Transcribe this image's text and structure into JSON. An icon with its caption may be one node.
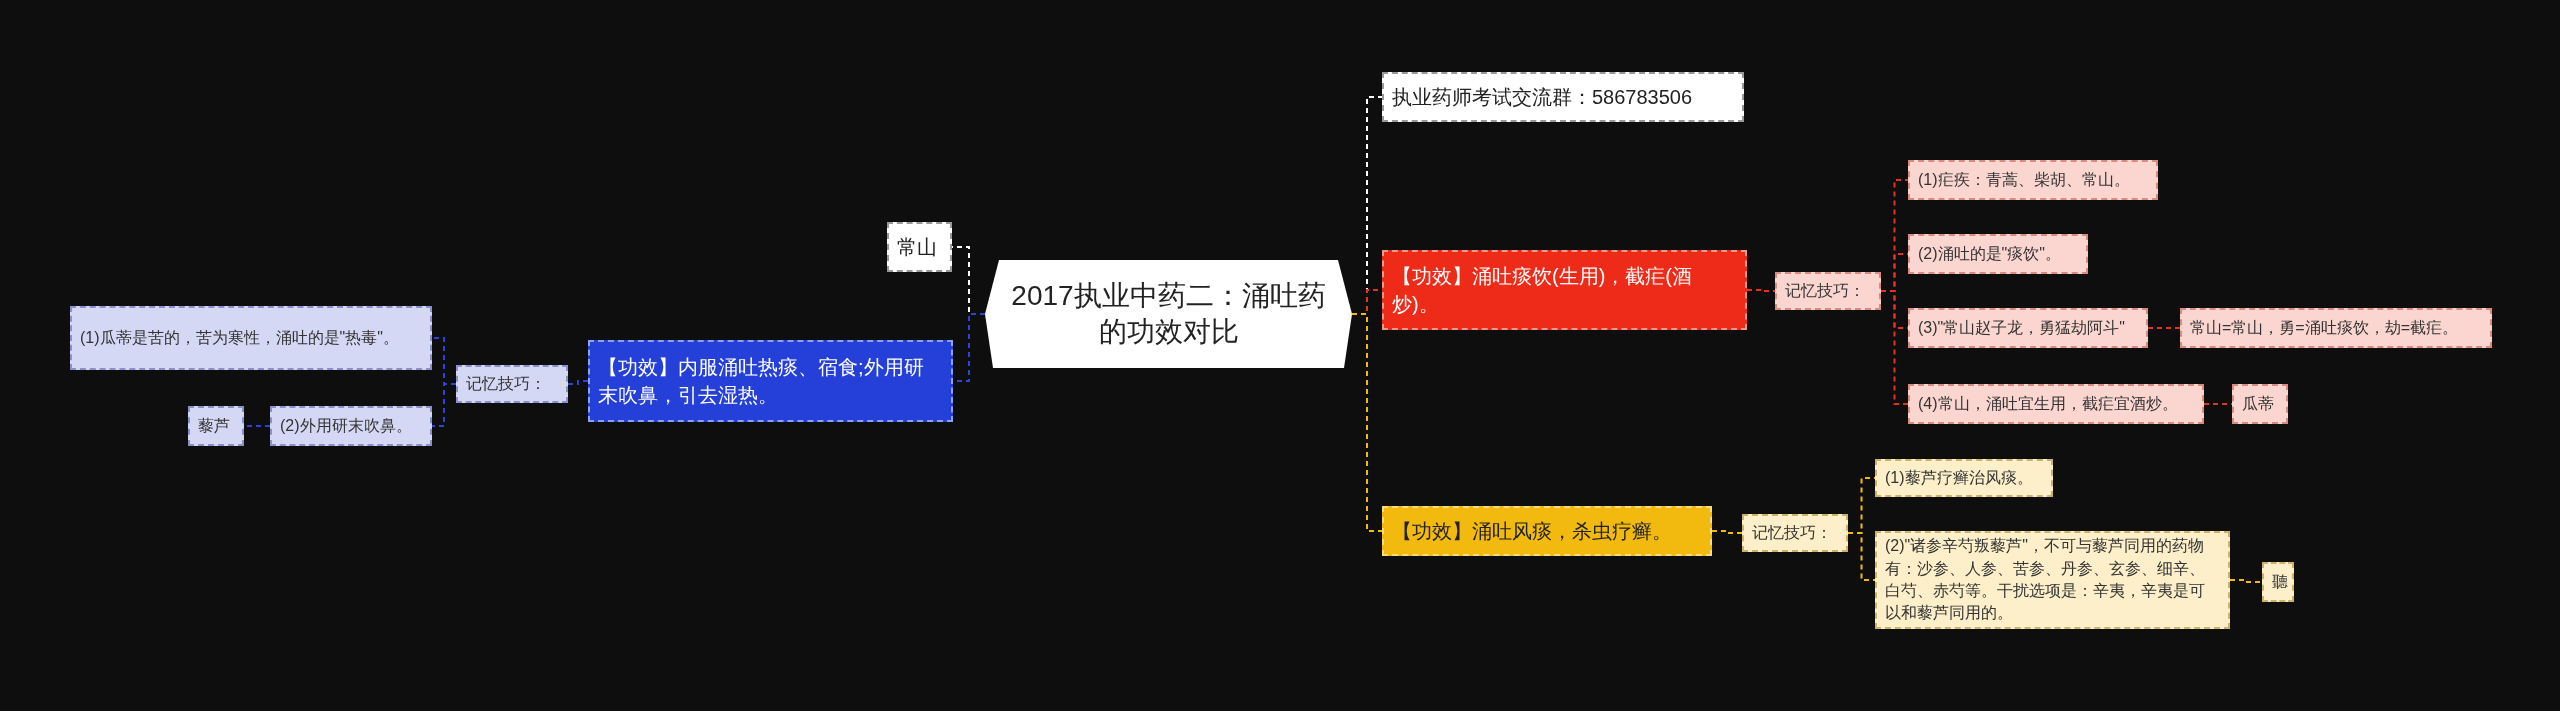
{
  "diagram": {
    "nodes": [
      {
        "text": [
          "2017执业中药二：涌吐药的功效对比"
        ]
      },
      {
        "text": [
          "常山"
        ]
      },
      {
        "text": [
          "【功效】内服涌吐热痰、宿食;外用研末吹鼻，引去湿热。"
        ]
      },
      {
        "text": [
          "记忆技巧："
        ]
      },
      {
        "text": [
          "(1)瓜蒂是苦的，苦为寒性，涌吐的是\"热毒\"。"
        ]
      },
      {
        "text": [
          "(2)外用研末吹鼻。"
        ]
      },
      {
        "text": [
          "藜芦"
        ]
      },
      {
        "text": [
          "执业药师考试交流群：586783506"
        ]
      },
      {
        "text": [
          "【功效】涌吐痰饮(生用)，截疟(酒炒)。"
        ]
      },
      {
        "text": [
          "记忆技巧："
        ]
      },
      {
        "text": [
          "(1)疟疾：青蒿、柴胡、常山。"
        ]
      },
      {
        "text": [
          "(2)涌吐的是\"痰饮\"。"
        ]
      },
      {
        "text": [
          "(3)\"常山赵子龙，勇猛劫阿斗\""
        ]
      },
      {
        "text": [
          "常山=常山，勇=涌吐痰饮，劫=截疟。"
        ]
      },
      {
        "text": [
          "(4)常山，涌吐宜生用，截疟宜酒炒。"
        ]
      },
      {
        "text": [
          "瓜蒂"
        ]
      },
      {
        "text": [
          "【功效】涌吐风痰，杀虫疗癣。"
        ]
      },
      {
        "text": [
          "记忆技巧："
        ]
      },
      {
        "text": [
          "(1)藜芦疗癣治风痰。"
        ]
      },
      {
        "text": [
          "(2)\"诸参辛芍叛藜芦\"，不可与藜芦同用的药物有：沙参、人参、苦参、丹参、玄参、细辛、白芍、赤芍等。干扰选项是：辛夷，辛夷是可以和藜芦同用的。"
        ]
      },
      {
        "text": [
          "聽"
        ]
      }
    ],
    "edges": [
      {
        "from": 0,
        "to": 1,
        "arrow": "none",
        "style": "dashed",
        "color": "#ffffff"
      },
      {
        "from": 0,
        "to": 2,
        "arrow": "none",
        "style": "dashed",
        "color": "#2b45d6"
      },
      {
        "from": 2,
        "to": 3,
        "arrow": "none",
        "style": "dashed",
        "color": "#2b45d6"
      },
      {
        "from": 3,
        "to": 4,
        "arrow": "none",
        "style": "dashed",
        "color": "#2b45d6"
      },
      {
        "from": 3,
        "to": 5,
        "arrow": "none",
        "style": "dashed",
        "color": "#2b45d6"
      },
      {
        "from": 5,
        "to": 6,
        "arrow": "none",
        "style": "dashed",
        "color": "#2b45d6"
      },
      {
        "from": 0,
        "to": 7,
        "arrow": "none",
        "style": "dashed",
        "color": "#ffffff"
      },
      {
        "from": 0,
        "to": 8,
        "arrow": "none",
        "style": "dashed",
        "color": "#e8321e"
      },
      {
        "from": 0,
        "to": 16,
        "arrow": "none",
        "style": "dashed",
        "color": "#f2b90f"
      },
      {
        "from": 8,
        "to": 9,
        "arrow": "none",
        "style": "dashed",
        "color": "#e8321e"
      },
      {
        "from": 9,
        "to": 10,
        "arrow": "none",
        "style": "dashed",
        "color": "#e8321e"
      },
      {
        "from": 9,
        "to": 11,
        "arrow": "none",
        "style": "dashed",
        "color": "#e8321e"
      },
      {
        "from": 9,
        "to": 12,
        "arrow": "none",
        "style": "dashed",
        "color": "#e8321e"
      },
      {
        "from": 9,
        "to": 14,
        "arrow": "none",
        "style": "dashed",
        "color": "#e8321e"
      },
      {
        "from": 12,
        "to": 13,
        "arrow": "none",
        "style": "dashed",
        "color": "#e8321e"
      },
      {
        "from": 14,
        "to": 15,
        "arrow": "none",
        "style": "dashed",
        "color": "#e8321e"
      },
      {
        "from": 16,
        "to": 17,
        "arrow": "none",
        "style": "dashed",
        "color": "#f2b90f"
      },
      {
        "from": 17,
        "to": 18,
        "arrow": "none",
        "style": "dashed",
        "color": "#f2b90f"
      },
      {
        "from": 17,
        "to": 19,
        "arrow": "none",
        "style": "dashed",
        "color": "#f2b90f"
      },
      {
        "from": 19,
        "to": 20,
        "arrow": "none",
        "style": "dashed",
        "color": "#f2b90f"
      }
    ]
  }
}
